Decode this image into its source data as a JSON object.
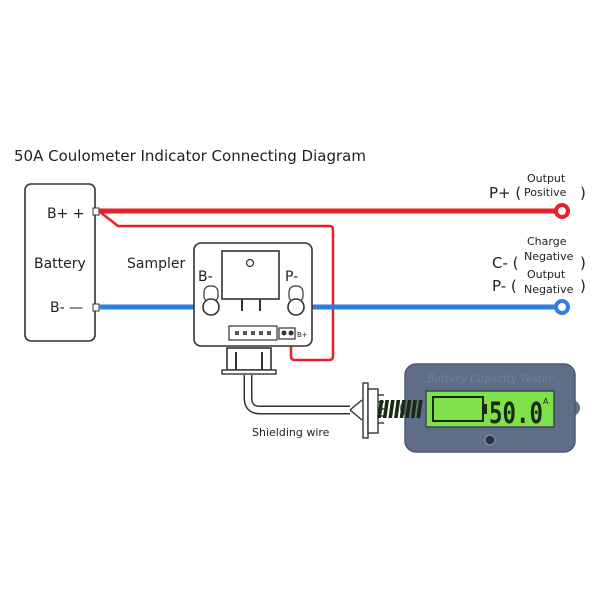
{
  "title": "50A Coulometer Indicator Connecting Diagram",
  "battery": {
    "label": "Battery",
    "pos_terminal": "B+ +",
    "neg_terminal": "B-  —"
  },
  "sampler": {
    "label": "Sampler",
    "left_terminal": "B-",
    "right_terminal": "P-",
    "small_terminal": "B+"
  },
  "outputs": {
    "p_plus": {
      "prefix": "P+ (",
      "line1": "Output",
      "line2": "Positive",
      "suffix": ")"
    },
    "c_minus": {
      "prefix": "C- (",
      "line1": "Charge",
      "line2": "Negative",
      "suffix": ")"
    },
    "p_minus": {
      "prefix": "P- (",
      "line1": "Output",
      "line2": "Negative",
      "suffix": ")"
    }
  },
  "cable": {
    "label": "Shielding wire"
  },
  "display": {
    "brand": "Battery Capacity Tester",
    "reading": "50.0",
    "unit": "A",
    "battery_level_bars": 8
  },
  "colors": {
    "positive_wire": "#e8202a",
    "negative_wire": "#2f7fe0",
    "lcd": "#7ee04a",
    "meter_body": "#5f6e86"
  }
}
